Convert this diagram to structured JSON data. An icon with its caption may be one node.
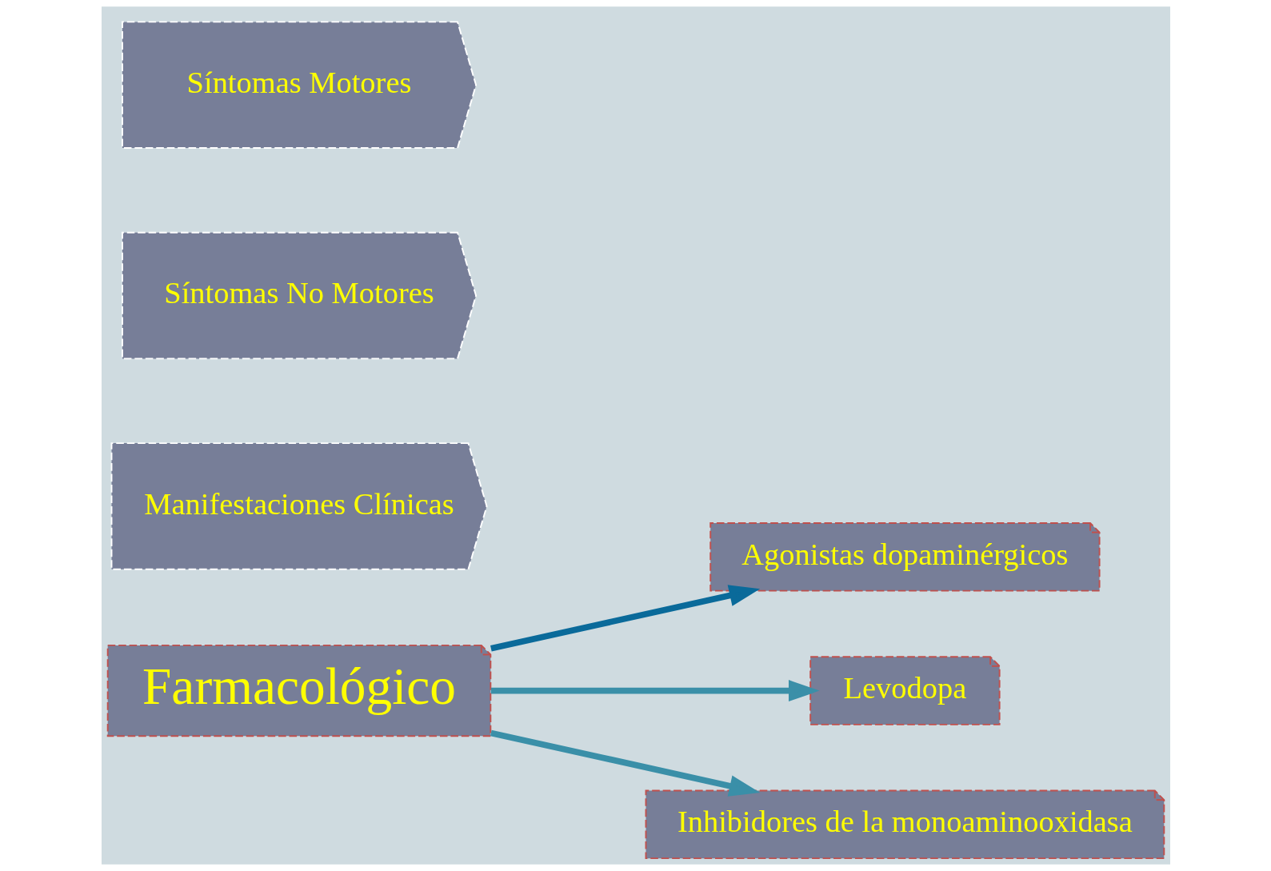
{
  "diagram": {
    "nodes": [
      {
        "text": [
          "Farmacológico"
        ]
      },
      {
        "text": [
          "Agonistas dopaminérgicos"
        ]
      },
      {
        "text": [
          "Levodopa"
        ]
      },
      {
        "text": [
          "Inhibidores de la monoaminooxidasa"
        ]
      },
      {
        "text": [
          "Manifestaciones Clínicas"
        ]
      },
      {
        "text": [
          "Síntomas No Motores"
        ]
      },
      {
        "text": [
          "Síntomas Motores"
        ]
      }
    ],
    "edges": [
      {
        "from": 0,
        "to": 1,
        "arrow": "to",
        "color": "#0a6a9a"
      },
      {
        "from": 0,
        "to": 2,
        "arrow": "to"
      },
      {
        "from": 0,
        "to": 3,
        "arrow": "to"
      }
    ]
  }
}
